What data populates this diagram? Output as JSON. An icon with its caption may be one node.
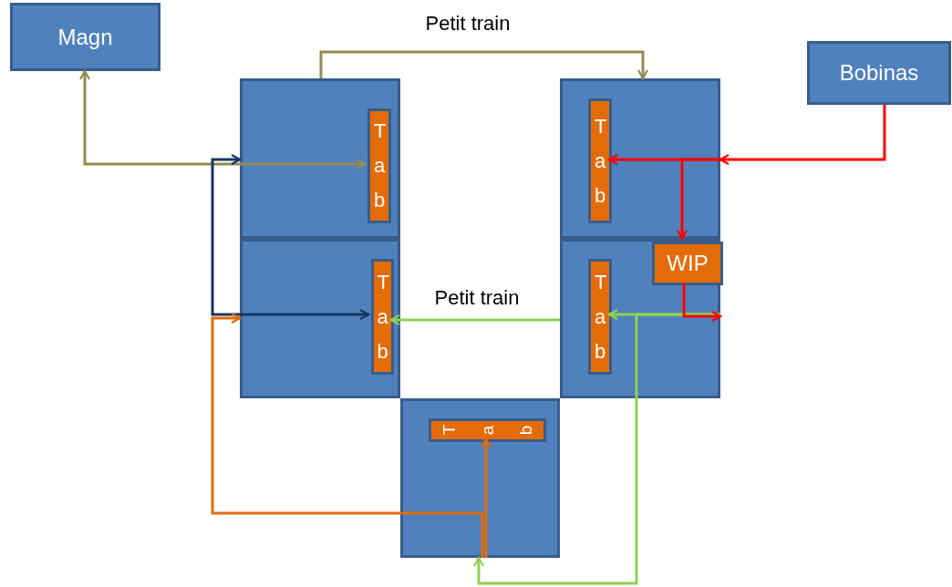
{
  "diagram": {
    "nodes": [
      {
        "text": [
          "Magn"
        ]
      },
      {
        "text": [
          "Bobinas"
        ]
      },
      {
        "text": [],
        "shape": "box"
      },
      {
        "text": [
          "Tab"
        ],
        "in": 2
      },
      {
        "text": [],
        "shape": "box"
      },
      {
        "text": [
          "Tab"
        ],
        "in": 4
      },
      {
        "text": [],
        "shape": "box"
      },
      {
        "text": [
          "Tab"
        ],
        "in": 6
      },
      {
        "text": [],
        "shape": "box"
      },
      {
        "text": [
          "WIP"
        ],
        "in": 8
      },
      {
        "text": [
          "Tab"
        ],
        "in": 8
      },
      {
        "text": [],
        "shape": "box"
      },
      {
        "text": [
          "Tab"
        ],
        "in": 11
      }
    ],
    "edges": [
      {
        "from": 0,
        "to": 3,
        "arrow": "both",
        "color": "#948a54"
      },
      {
        "from": 2,
        "to": 6,
        "arrow": "to",
        "label": "Petit train",
        "color": "#948a54"
      },
      {
        "from": 2,
        "to": 5,
        "arrow": "both",
        "color": "#17375e"
      },
      {
        "from": 11,
        "to": 12,
        "arrow": "to",
        "color": "#e36c09"
      },
      {
        "from": 11,
        "to": 4,
        "arrow": "to",
        "color": "#e36c09"
      },
      {
        "from": 8,
        "to": 5,
        "arrow": "to",
        "label": "Petit train",
        "color": "#92d050"
      },
      {
        "from": 8,
        "to": 10,
        "arrow": "to",
        "color": "#92d050"
      },
      {
        "from": 8,
        "to": 11,
        "arrow": "to",
        "color": "#92d050"
      },
      {
        "from": 1,
        "to": 6,
        "arrow": "to",
        "color": "#ff0000"
      },
      {
        "from": 6,
        "to": 7,
        "arrow": "to",
        "color": "#ff0000"
      },
      {
        "from": 6,
        "to": 9,
        "arrow": "to",
        "color": "#ff0000"
      },
      {
        "from": 9,
        "to": 8,
        "arrow": "to",
        "color": "#ff0000"
      }
    ]
  }
}
